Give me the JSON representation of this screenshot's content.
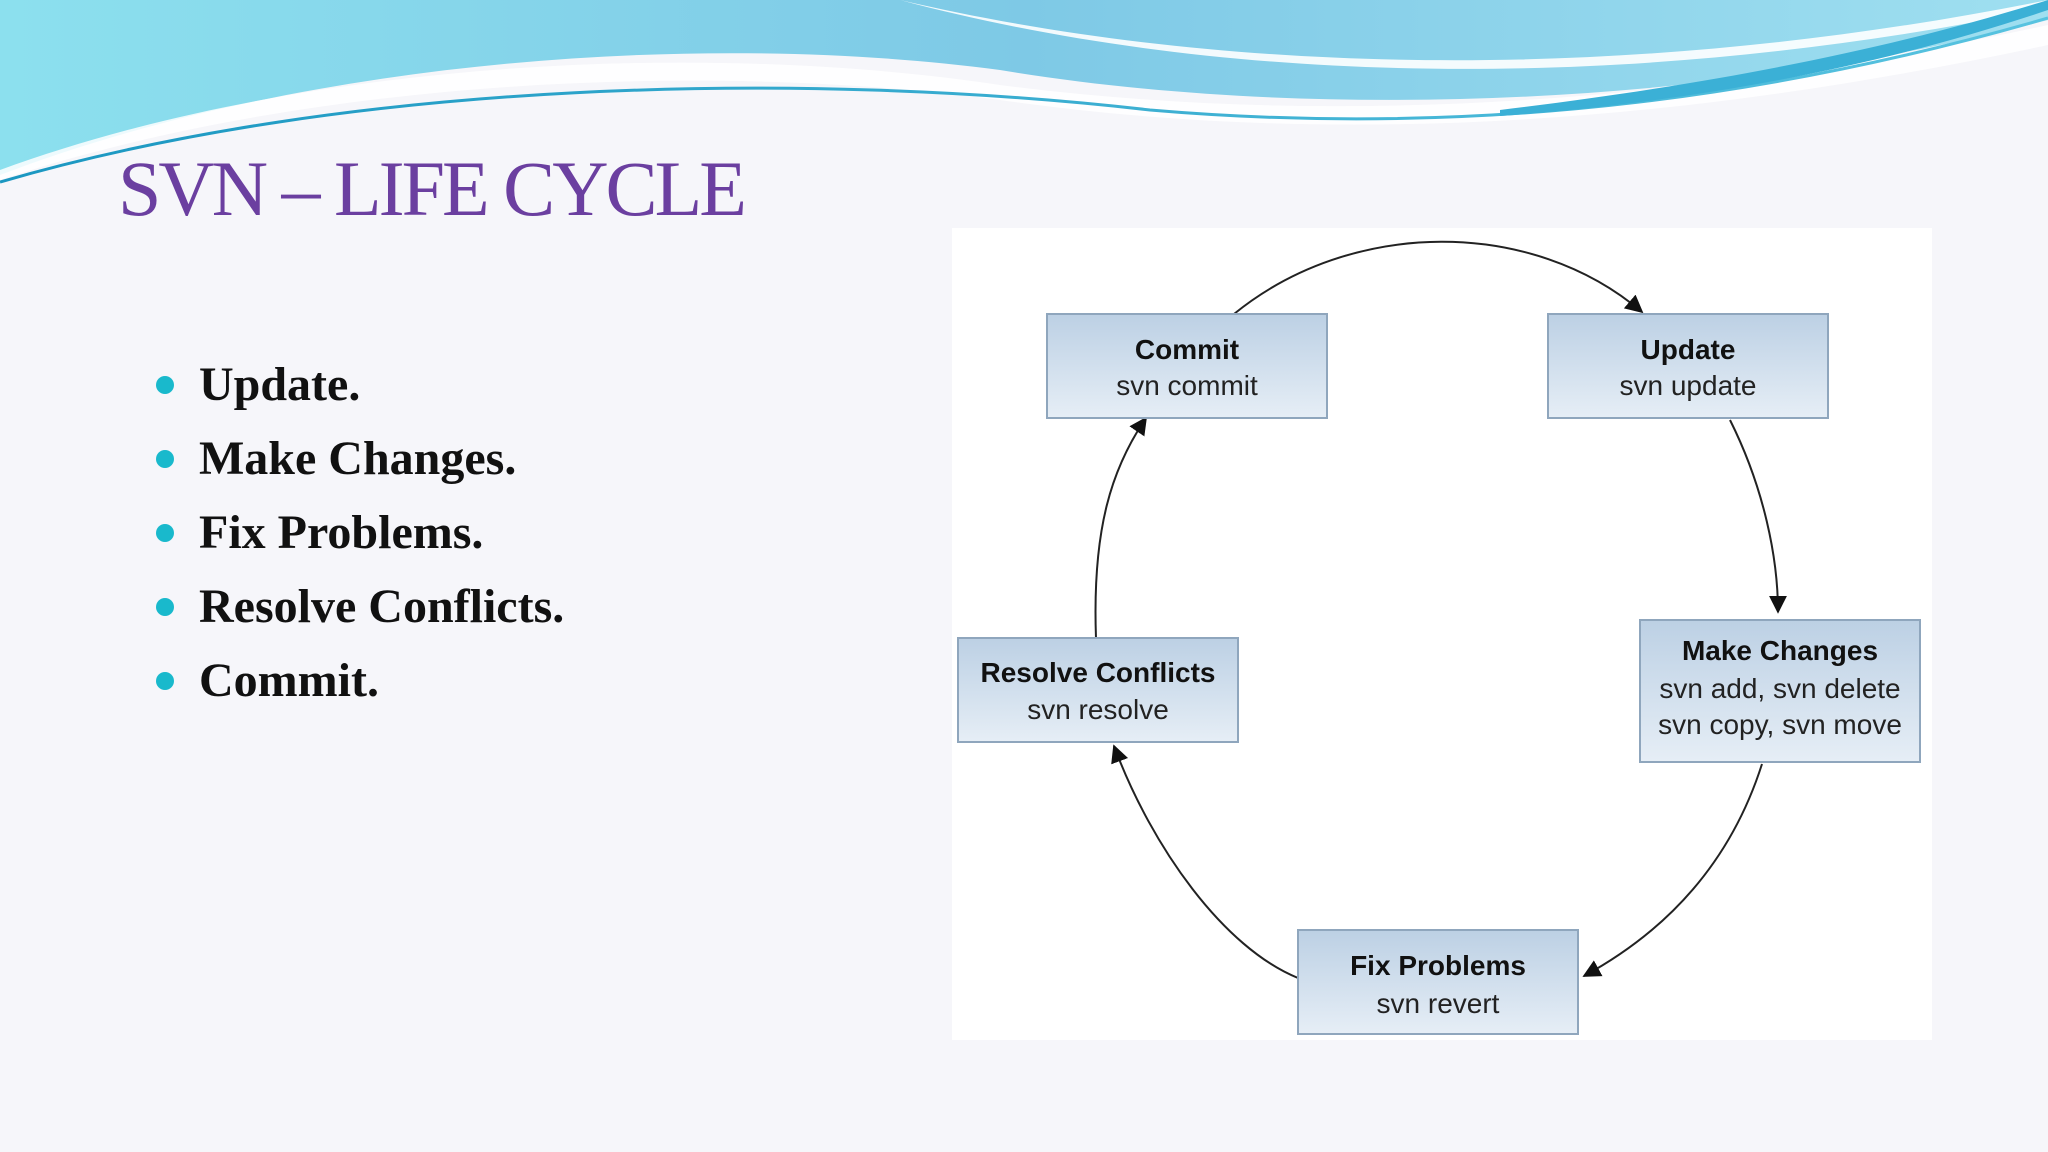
{
  "slide": {
    "title": "SVN – LIFE CYCLE",
    "bullets": [
      "Update.",
      "Make Changes.",
      "Fix Problems.",
      "Resolve Conflicts.",
      "Commit."
    ]
  },
  "diagram": {
    "nodes": [
      {
        "id": "commit",
        "title": "Commit",
        "commands": [
          "svn commit"
        ]
      },
      {
        "id": "update",
        "title": "Update",
        "commands": [
          "svn update"
        ]
      },
      {
        "id": "make-changes",
        "title": "Make Changes",
        "commands": [
          "svn add, svn delete",
          "svn copy, svn move"
        ]
      },
      {
        "id": "fix-problems",
        "title": "Fix Problems",
        "commands": [
          "svn revert"
        ]
      },
      {
        "id": "resolve-conflicts",
        "title": "Resolve Conflicts",
        "commands": [
          "svn resolve"
        ]
      }
    ],
    "edges": [
      {
        "from": "commit",
        "to": "update"
      },
      {
        "from": "update",
        "to": "make-changes"
      },
      {
        "from": "make-changes",
        "to": "fix-problems"
      },
      {
        "from": "fix-problems",
        "to": "resolve-conflicts"
      },
      {
        "from": "resolve-conflicts",
        "to": "commit"
      }
    ]
  },
  "colors": {
    "title": "#6b3fa0",
    "bullet": "#19b9cc",
    "node_fill_top": "#bcd0e4",
    "node_fill_bottom": "#e6eef6",
    "node_border": "#8fa6bd",
    "wave_dark": "#2aa3c8",
    "wave_light": "#7fd8e8"
  }
}
